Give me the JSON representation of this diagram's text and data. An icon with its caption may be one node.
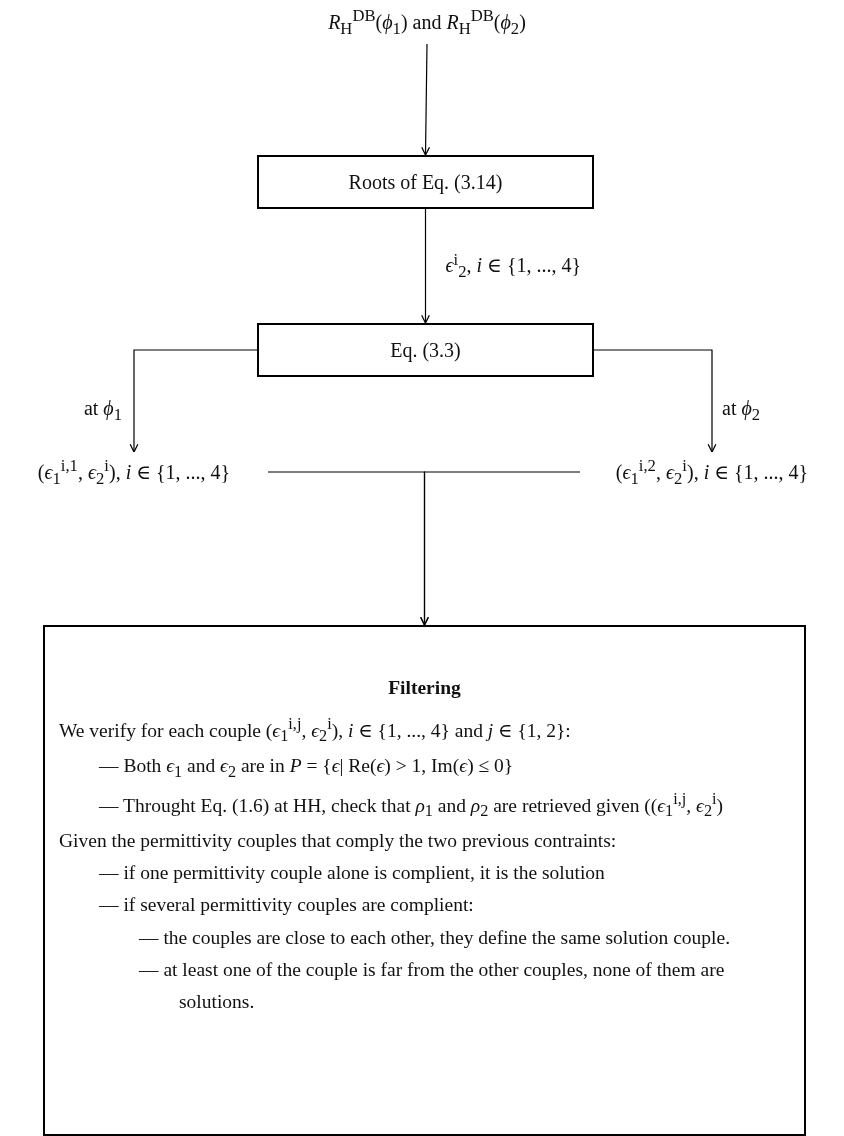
{
  "diagram": {
    "nodes": [
      {
        "text": [
          "*R*$_{H}$$^{DB}$(*ϕ*$_{1}$) and *R*$_{H}$$^{DB}$(*ϕ*$_{2}$)"
        ]
      },
      {
        "text": [
          "Roots of Eq. (3.14)"
        ]
      },
      {
        "text": [
          "Eq. (3.3)"
        ]
      },
      {
        "text": [
          "(*ϵ*$_{1}$$^{i,1}$, *ϵ*$_{2}$$^{i}$), *i* ∈ {1, ..., 4}"
        ]
      },
      {
        "text": [
          "(*ϵ*$_{1}$$^{i,2}$, *ϵ*$_{2}$$^{i}$), *i* ∈ {1, ..., 4}"
        ]
      },
      {
        "text": [
          "Filtering",
          "We verify for each couple (*ϵ*$_{1}$$^{i,j}$, *ϵ*$_{2}$$^{i}$), *i* ∈ {1, ..., 4} and *j* ∈ {1, 2}:",
          "— Both *ϵ*$_{1}$ and *ϵ*$_{2}$ are in *P* = {*ϵ*| Re(*ϵ*) > 1, Im(*ϵ*) ≤ 0}",
          "— Throught Eq. (1.6) at HH, check that *ρ*$_{1}$ and *ρ*$_{2}$ are retrieved given ((*ϵ*$_{1}$$^{i,j}$, *ϵ*$_{2}$$^{i}$)",
          "Given the permittivity couples that comply the two previous contraints:",
          "— if one permittivity couple alone is complient, it is the solution",
          "— if several permittivity couples are complient:",
          "— the couples are close to each other, they define the same solution couple.",
          "— at least one of the couple is far from the other couples, none of them are solutions."
        ]
      }
    ],
    "edges": [
      {
        "from": 0,
        "to": 1,
        "arrow": "to"
      },
      {
        "from": 1,
        "to": 2,
        "arrow": "to",
        "label": "*ϵ*$^{i}$$_{2}$, *i* ∈ {1, ..., 4}"
      },
      {
        "from": 2,
        "to": 3,
        "arrow": "to",
        "label": "at *ϕ*$_{1}$"
      },
      {
        "from": 2,
        "to": 4,
        "arrow": "to",
        "label": "at *ϕ*$_{2}$"
      },
      {
        "from": 3,
        "to": 5,
        "arrow": "to"
      },
      {
        "from": 4,
        "to": 5,
        "arrow": "to"
      }
    ]
  }
}
